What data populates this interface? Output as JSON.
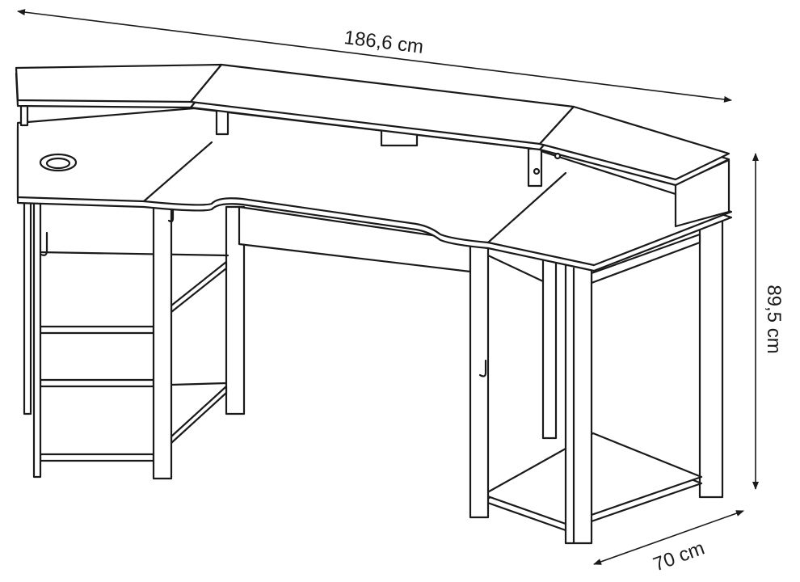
{
  "dimensions": {
    "width_label": "186,6 cm",
    "height_label": "89,5 cm",
    "depth_label": "70 cm"
  },
  "colors": {
    "line": "#1a1a1a",
    "background": "#ffffff"
  }
}
